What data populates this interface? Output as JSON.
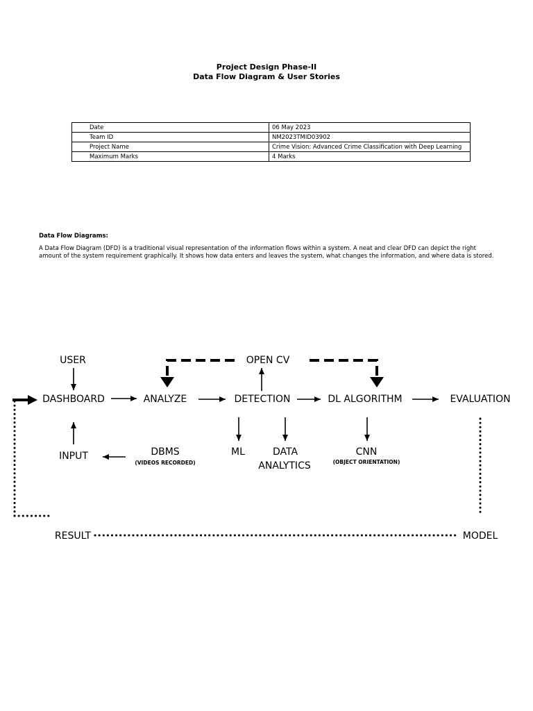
{
  "header": {
    "title": "Project Design Phase-II",
    "subtitle": "Data Flow Diagram & User Stories"
  },
  "info_table": [
    {
      "label": "Date",
      "value": "06 May 2023"
    },
    {
      "label": "Team ID",
      "value": "NM2023TMID03902"
    },
    {
      "label": "Project Name",
      "value": "Crime Vision: Advanced Crime Classification with Deep Learning"
    },
    {
      "label": "Maximum Marks",
      "value": "4 Marks"
    }
  ],
  "section": {
    "heading": "Data Flow Diagrams:",
    "body": "A Data Flow Diagram (DFD) is a traditional visual representation of the information flows within a system. A neat and clear DFD can depict the right amount of the system requirement graphically. It shows how data enters and leaves the system, what changes the information, and where data is stored."
  },
  "diagram": {
    "user": "USER",
    "open_cv": "OPEN CV",
    "dashboard": "DASHBOARD",
    "analyze": "ANALYZE",
    "detection": "DETECTION",
    "dl_algorithm": "DL ALGORITHM",
    "evaluation": "EVALUATION",
    "input": "INPUT",
    "dbms": "DBMS",
    "dbms_note": "(VIDEOS RECORDED)",
    "ml": "ML",
    "data_analytics_line1": "DATA",
    "data_analytics_line2": "ANALYTICS",
    "cnn": "CNN",
    "cnn_note": "(OBJECT ORIENTATION)",
    "result": "RESULT",
    "model": "MODEL"
  }
}
